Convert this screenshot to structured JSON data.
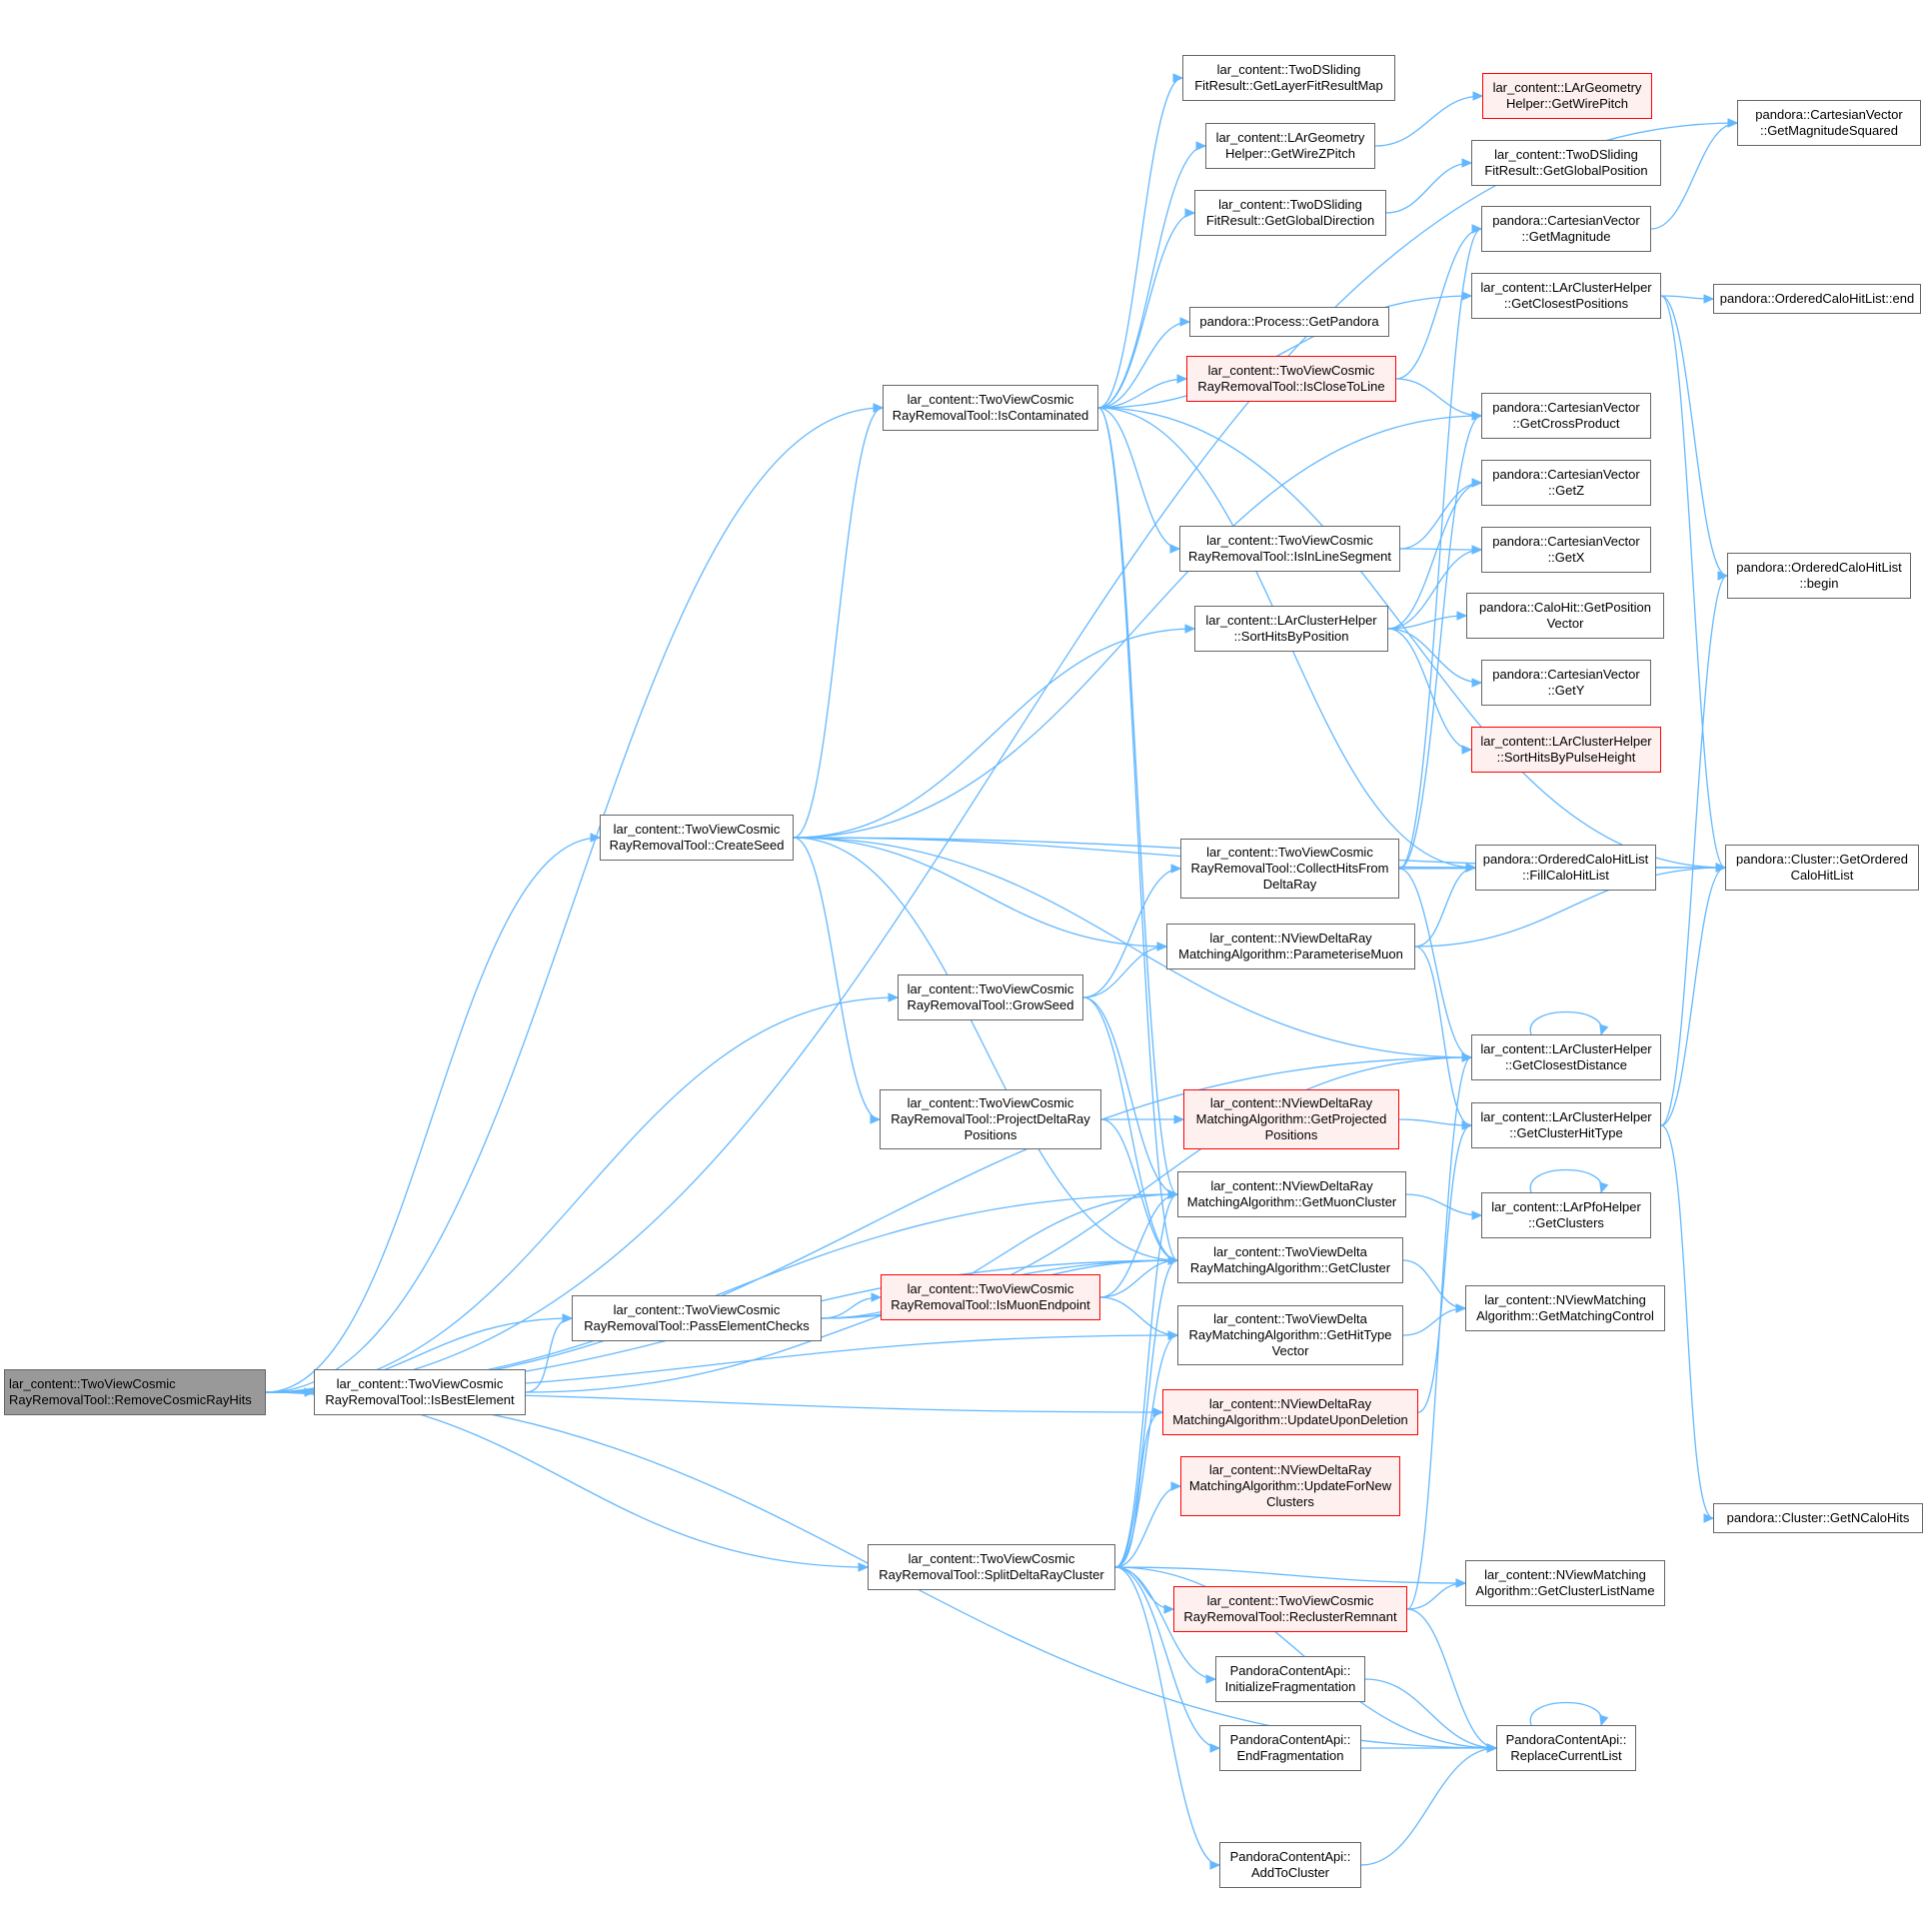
{
  "nodes": [
    {
      "id": "root",
      "label": "lar_content::TwoViewCosmic\nRayRemovalTool::RemoveCosmicRayHits",
      "style": "root"
    },
    {
      "id": "isBest",
      "label": "lar_content::TwoViewCosmic\nRayRemovalTool::IsBestElement",
      "style": "normal"
    },
    {
      "id": "passElem",
      "label": "lar_content::TwoViewCosmic\nRayRemovalTool::PassElementChecks",
      "style": "normal"
    },
    {
      "id": "createSeed",
      "label": "lar_content::TwoViewCosmic\nRayRemovalTool::CreateSeed",
      "style": "normal"
    },
    {
      "id": "isCont",
      "label": "lar_content::TwoViewCosmic\nRayRemovalTool::IsContaminated",
      "style": "normal"
    },
    {
      "id": "growSeed",
      "label": "lar_content::TwoViewCosmic\nRayRemovalTool::GrowSeed",
      "style": "normal"
    },
    {
      "id": "projDelta",
      "label": "lar_content::TwoViewCosmic\nRayRemovalTool::ProjectDeltaRay\nPositions",
      "style": "normal"
    },
    {
      "id": "isMuonEnd",
      "label": "lar_content::TwoViewCosmic\nRayRemovalTool::IsMuonEndpoint",
      "style": "red"
    },
    {
      "id": "splitDelta",
      "label": "lar_content::TwoViewCosmic\nRayRemovalTool::SplitDeltaRayCluster",
      "style": "normal"
    },
    {
      "id": "layerFit",
      "label": "lar_content::TwoDSliding\nFitResult::GetLayerFitResultMap",
      "style": "normal"
    },
    {
      "id": "wireZ",
      "label": "lar_content::LArGeometry\nHelper::GetWireZPitch",
      "style": "normal"
    },
    {
      "id": "globalDir",
      "label": "lar_content::TwoDSliding\nFitResult::GetGlobalDirection",
      "style": "normal"
    },
    {
      "id": "getPandora",
      "label": "pandora::Process::GetPandora",
      "style": "normal"
    },
    {
      "id": "isClose",
      "label": "lar_content::TwoViewCosmic\nRayRemovalTool::IsCloseToLine",
      "style": "red"
    },
    {
      "id": "isInLine",
      "label": "lar_content::TwoViewCosmic\nRayRemovalTool::IsInLineSegment",
      "style": "normal"
    },
    {
      "id": "sortHits",
      "label": "lar_content::LArClusterHelper\n::SortHitsByPosition",
      "style": "normal"
    },
    {
      "id": "collectHits",
      "label": "lar_content::TwoViewCosmic\nRayRemovalTool::CollectHitsFrom\nDeltaRay",
      "style": "normal"
    },
    {
      "id": "paramMuon",
      "label": "lar_content::NViewDeltaRay\nMatchingAlgorithm::ParameteriseMuon",
      "style": "normal"
    },
    {
      "id": "getProj",
      "label": "lar_content::NViewDeltaRay\nMatchingAlgorithm::GetProjected\nPositions",
      "style": "red"
    },
    {
      "id": "getMuonCl",
      "label": "lar_content::NViewDeltaRay\nMatchingAlgorithm::GetMuonCluster",
      "style": "normal"
    },
    {
      "id": "getCluster",
      "label": "lar_content::TwoViewDelta\nRayMatchingAlgorithm::GetCluster",
      "style": "normal"
    },
    {
      "id": "getHitTypeVec",
      "label": "lar_content::TwoViewDelta\nRayMatchingAlgorithm::GetHitType\nVector",
      "style": "normal"
    },
    {
      "id": "updDel",
      "label": "lar_content::NViewDeltaRay\nMatchingAlgorithm::UpdateUponDeletion",
      "style": "red"
    },
    {
      "id": "updNew",
      "label": "lar_content::NViewDeltaRay\nMatchingAlgorithm::UpdateForNew\nClusters",
      "style": "red"
    },
    {
      "id": "recluster",
      "label": "lar_content::TwoViewCosmic\nRayRemovalTool::ReclusterRemnant",
      "style": "red"
    },
    {
      "id": "initFrag",
      "label": "PandoraContentApi::\nInitializeFragmentation",
      "style": "normal"
    },
    {
      "id": "endFrag",
      "label": "PandoraContentApi::\nEndFragmentation",
      "style": "normal"
    },
    {
      "id": "addToCl",
      "label": "PandoraContentApi::\nAddToCluster",
      "style": "normal"
    },
    {
      "id": "wirePitch",
      "label": "lar_content::LArGeometry\nHelper::GetWirePitch",
      "style": "red"
    },
    {
      "id": "globalPos",
      "label": "lar_content::TwoDSliding\nFitResult::GetGlobalPosition",
      "style": "normal"
    },
    {
      "id": "getMag",
      "label": "pandora::CartesianVector\n::GetMagnitude",
      "style": "normal"
    },
    {
      "id": "closestPos",
      "label": "lar_content::LArClusterHelper\n::GetClosestPositions",
      "style": "normal"
    },
    {
      "id": "crossProd",
      "label": "pandora::CartesianVector\n::GetCrossProduct",
      "style": "normal"
    },
    {
      "id": "getZ",
      "label": "pandora::CartesianVector\n::GetZ",
      "style": "normal"
    },
    {
      "id": "getX",
      "label": "pandora::CartesianVector\n::GetX",
      "style": "normal"
    },
    {
      "id": "posVec",
      "label": "pandora::CaloHit::GetPosition\nVector",
      "style": "normal"
    },
    {
      "id": "getY",
      "label": "pandora::CartesianVector\n::GetY",
      "style": "normal"
    },
    {
      "id": "sortPulse",
      "label": "lar_content::LArClusterHelper\n::SortHitsByPulseHeight",
      "style": "red"
    },
    {
      "id": "fillCalo",
      "label": "pandora::OrderedCaloHitList\n::FillCaloHitList",
      "style": "normal"
    },
    {
      "id": "closestDist",
      "label": "lar_content::LArClusterHelper\n::GetClosestDistance",
      "style": "normal"
    },
    {
      "id": "clHitType",
      "label": "lar_content::LArClusterHelper\n::GetClusterHitType",
      "style": "normal"
    },
    {
      "id": "pfoClusters",
      "label": "lar_content::LArPfoHelper\n::GetClusters",
      "style": "normal"
    },
    {
      "id": "matchCtrl",
      "label": "lar_content::NViewMatching\nAlgorithm::GetMatchingControl",
      "style": "normal"
    },
    {
      "id": "clListName",
      "label": "lar_content::NViewMatching\nAlgorithm::GetClusterListName",
      "style": "normal"
    },
    {
      "id": "replaceList",
      "label": "PandoraContentApi::\nReplaceCurrentList",
      "style": "normal"
    },
    {
      "id": "magSq",
      "label": "pandora::CartesianVector\n::GetMagnitudeSquared",
      "style": "normal"
    },
    {
      "id": "calEnd",
      "label": "pandora::OrderedCaloHitList::end",
      "style": "normal"
    },
    {
      "id": "calBegin",
      "label": "pandora::OrderedCaloHitList\n::begin",
      "style": "normal"
    },
    {
      "id": "orderedCalo",
      "label": "pandora::Cluster::GetOrdered\nCaloHitList",
      "style": "normal"
    },
    {
      "id": "nCalo",
      "label": "pandora::Cluster::GetNCaloHits",
      "style": "normal"
    }
  ],
  "edges": [
    [
      "root",
      "isBest"
    ],
    [
      "root",
      "passElem"
    ],
    [
      "root",
      "createSeed"
    ],
    [
      "root",
      "isCont"
    ],
    [
      "root",
      "growSeed"
    ],
    [
      "root",
      "splitDelta"
    ],
    [
      "root",
      "magSq"
    ],
    [
      "root",
      "closestDist"
    ],
    [
      "root",
      "getMuonCl"
    ],
    [
      "root",
      "getCluster"
    ],
    [
      "root",
      "getHitTypeVec"
    ],
    [
      "root",
      "updDel"
    ],
    [
      "root",
      "replaceList"
    ],
    [
      "isBest",
      "passElem"
    ],
    [
      "isBest",
      "getCluster"
    ],
    [
      "passElem",
      "isMuonEnd"
    ],
    [
      "passElem",
      "getMuonCl"
    ],
    [
      "passElem",
      "getCluster"
    ],
    [
      "passElem",
      "closestDist"
    ],
    [
      "createSeed",
      "isCont"
    ],
    [
      "createSeed",
      "sortHits"
    ],
    [
      "createSeed",
      "crossProd"
    ],
    [
      "createSeed",
      "projDelta"
    ],
    [
      "createSeed",
      "fillCalo"
    ],
    [
      "createSeed",
      "orderedCalo"
    ],
    [
      "createSeed",
      "paramMuon"
    ],
    [
      "createSeed",
      "closestDist"
    ],
    [
      "createSeed",
      "getCluster"
    ],
    [
      "isCont",
      "layerFit"
    ],
    [
      "isCont",
      "wireZ"
    ],
    [
      "isCont",
      "globalDir"
    ],
    [
      "isCont",
      "getPandora"
    ],
    [
      "isCont",
      "isClose"
    ],
    [
      "isCont",
      "closestPos"
    ],
    [
      "isCont",
      "orderedCalo"
    ],
    [
      "isCont",
      "isInLine"
    ],
    [
      "isCont",
      "fillCalo"
    ],
    [
      "isCont",
      "getMuonCl"
    ],
    [
      "isCont",
      "getCluster"
    ],
    [
      "growSeed",
      "collectHits"
    ],
    [
      "growSeed",
      "paramMuon"
    ],
    [
      "growSeed",
      "getMuonCl"
    ],
    [
      "growSeed",
      "getCluster"
    ],
    [
      "projDelta",
      "getProj"
    ],
    [
      "projDelta",
      "getCluster"
    ],
    [
      "isMuonEnd",
      "getCluster"
    ],
    [
      "isMuonEnd",
      "getHitTypeVec"
    ],
    [
      "isMuonEnd",
      "getMuonCl"
    ],
    [
      "splitDelta",
      "getMuonCl"
    ],
    [
      "splitDelta",
      "getCluster"
    ],
    [
      "splitDelta",
      "getHitTypeVec"
    ],
    [
      "splitDelta",
      "updDel"
    ],
    [
      "splitDelta",
      "updNew"
    ],
    [
      "splitDelta",
      "recluster"
    ],
    [
      "splitDelta",
      "clListName"
    ],
    [
      "splitDelta",
      "initFrag"
    ],
    [
      "splitDelta",
      "endFrag"
    ],
    [
      "splitDelta",
      "addToCl"
    ],
    [
      "splitDelta",
      "replaceList"
    ],
    [
      "wireZ",
      "wirePitch"
    ],
    [
      "globalDir",
      "globalPos"
    ],
    [
      "isClose",
      "getMag"
    ],
    [
      "isClose",
      "crossProd"
    ],
    [
      "isInLine",
      "getZ"
    ],
    [
      "isInLine",
      "getX"
    ],
    [
      "sortHits",
      "posVec"
    ],
    [
      "sortHits",
      "getY"
    ],
    [
      "sortHits",
      "sortPulse"
    ],
    [
      "sortHits",
      "getX"
    ],
    [
      "sortHits",
      "getZ"
    ],
    [
      "collectHits",
      "fillCalo"
    ],
    [
      "collectHits",
      "orderedCalo"
    ],
    [
      "collectHits",
      "closestDist"
    ],
    [
      "collectHits",
      "getMag"
    ],
    [
      "collectHits",
      "crossProd"
    ],
    [
      "paramMuon",
      "fillCalo"
    ],
    [
      "paramMuon",
      "orderedCalo"
    ],
    [
      "paramMuon",
      "clHitType"
    ],
    [
      "getProj",
      "clHitType"
    ],
    [
      "getMuonCl",
      "pfoClusters"
    ],
    [
      "getCluster",
      "matchCtrl"
    ],
    [
      "getHitTypeVec",
      "matchCtrl"
    ],
    [
      "updDel",
      "clHitType"
    ],
    [
      "recluster",
      "clListName"
    ],
    [
      "recluster",
      "replaceList"
    ],
    [
      "recluster",
      "closestDist"
    ],
    [
      "initFrag",
      "replaceList"
    ],
    [
      "endFrag",
      "replaceList"
    ],
    [
      "addToCl",
      "replaceList"
    ],
    [
      "getMag",
      "magSq"
    ],
    [
      "closestPos",
      "calEnd"
    ],
    [
      "closestPos",
      "calBegin"
    ],
    [
      "closestPos",
      "orderedCalo"
    ],
    [
      "closestDist",
      "closestDist"
    ],
    [
      "clHitType",
      "nCalo"
    ],
    [
      "clHitType",
      "calBegin"
    ],
    [
      "clHitType",
      "orderedCalo"
    ],
    [
      "pfoClusters",
      "pfoClusters"
    ],
    [
      "replaceList",
      "replaceList"
    ]
  ]
}
